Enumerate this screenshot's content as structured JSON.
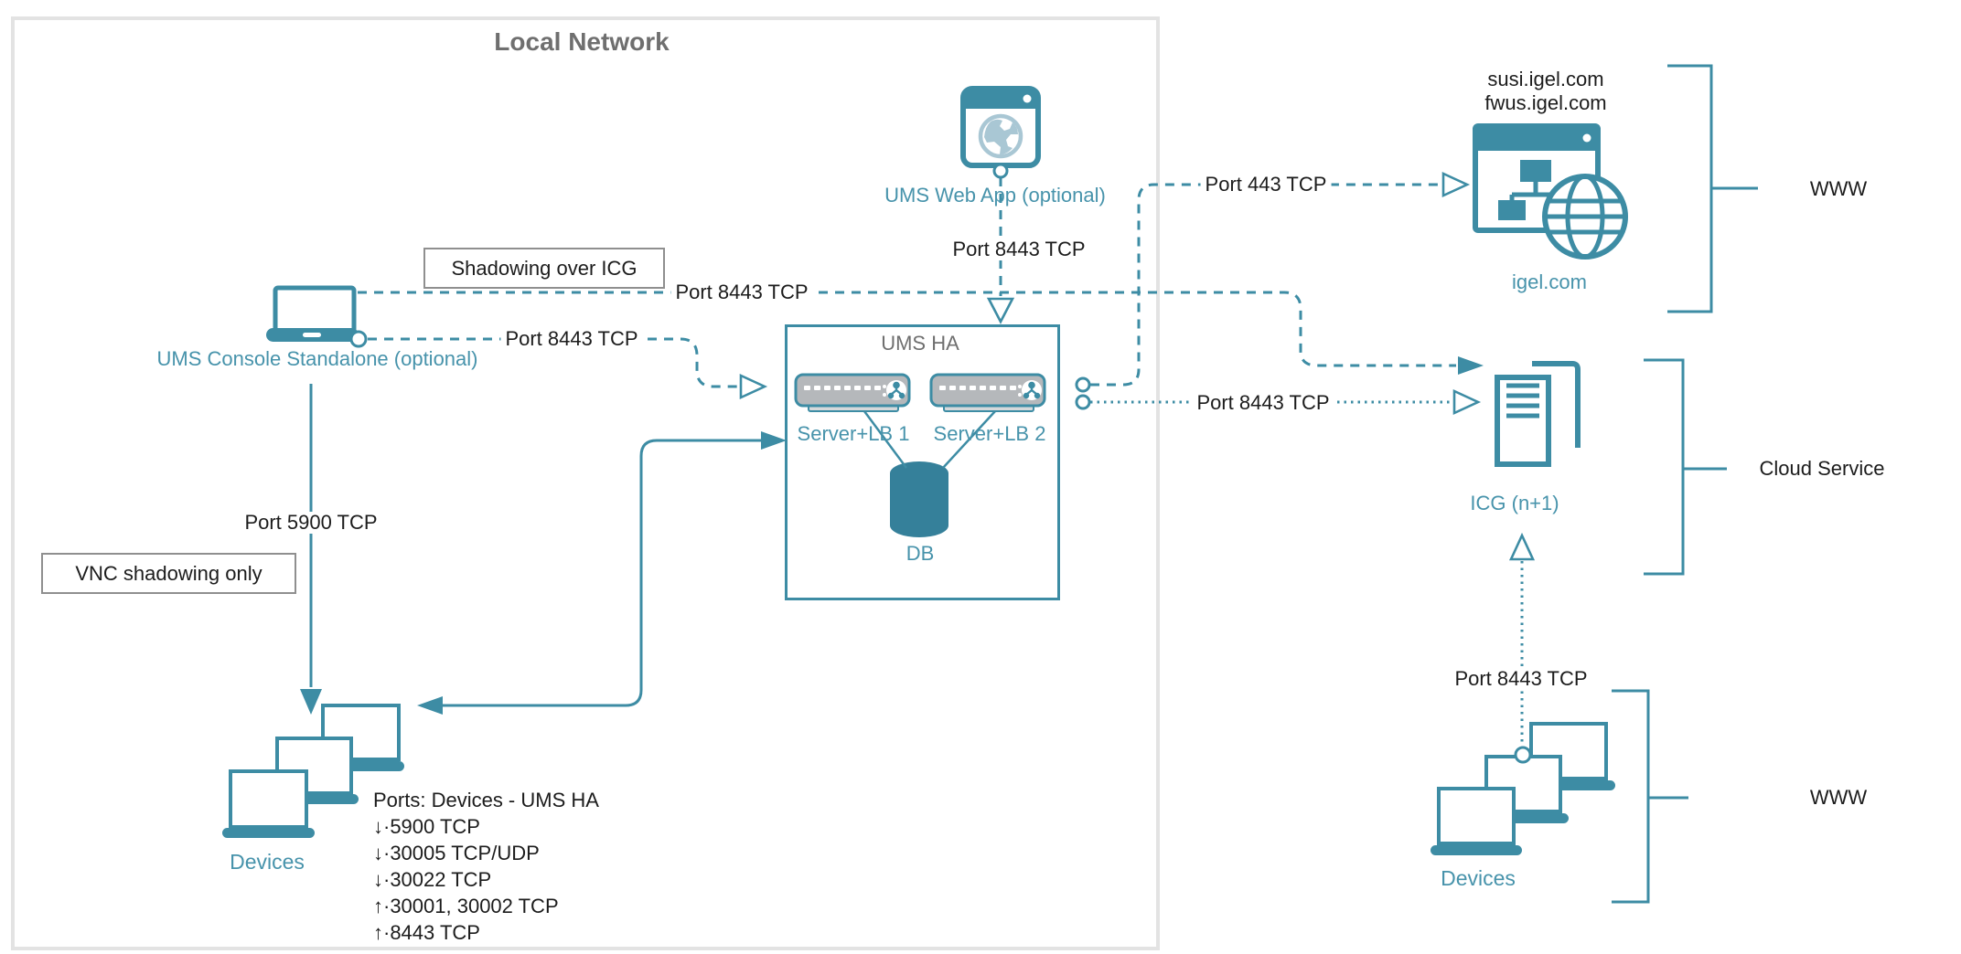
{
  "local_network": {
    "title": "Local Network"
  },
  "nodes": {
    "ums_web_app": {
      "label": "UMS Web App (optional)"
    },
    "ums_console": {
      "label": "UMS Console Standalone (optional)"
    },
    "ums_ha": {
      "title": "UMS HA",
      "server1": "Server+LB 1",
      "server2": "Server+LB 2",
      "db": "DB"
    },
    "devices_left": {
      "label": "Devices"
    },
    "igel_site": {
      "domain1": "susi.igel.com",
      "domain2": "fwus.igel.com",
      "label": "igel.com"
    },
    "icg": {
      "label": "ICG (n+1)"
    },
    "devices_right": {
      "label": "Devices"
    }
  },
  "edges": {
    "shadowing_box": "Shadowing over ICG",
    "vnc_box": "VNC shadowing only",
    "port_8443_shadowing": "Port 8443 TCP",
    "port_8443_console_ha": "Port 8443 TCP",
    "port_8443_webapp": "Port 8443 TCP",
    "port_443": "Port 443 TCP",
    "port_8443_ha_icg": "Port 8443 TCP",
    "port_8443_icg_devices": "Port 8443 TCP",
    "port_5900": "Port 5900 TCP"
  },
  "ports_list": {
    "title": "Ports: Devices - UMS HA",
    "items": [
      "↓·5900 TCP",
      "↓·30005 TCP/UDP",
      "↓·30022 TCP",
      "↑·30001, 30002 TCP",
      "↑·8443 TCP"
    ]
  },
  "zones": {
    "www_top": "WWW",
    "cloud": "Cloud Service",
    "www_bottom": "WWW"
  },
  "colors": {
    "accent_teal": "#3d8ca4",
    "teal_text": "#4793ab",
    "title_gray": "#6f6f6f",
    "server_gray": "#b5b8bb",
    "globe_light_blue": "#a9c7d4",
    "outer_border_gray": "#e3e3e3"
  }
}
